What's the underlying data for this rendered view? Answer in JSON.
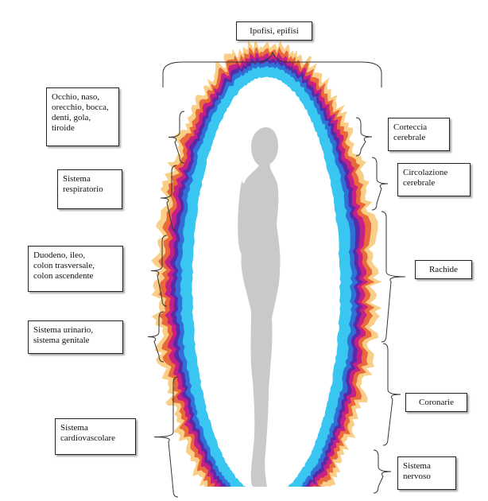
{
  "colors": {
    "aura_outer": "#f4a623",
    "aura_orange": "#e8572e",
    "aura_magenta": "#c2188f",
    "aura_purple": "#5b2aa8",
    "aura_blue": "#2f6fd6",
    "aura_cyan": "#39c6f0",
    "silhouette": "#c9c9c9",
    "bracket": "#333333"
  },
  "labels": {
    "top": "Ipofisi, epifisi",
    "left_1": "Occhio, naso,\norecchio, bocca,\ndenti, gola,\ntiroide",
    "left_2": "Sistema\nrespiratorio",
    "left_3": "Duodeno, ileo,\ncolon trasversale,\ncolon ascendente",
    "left_4": "Sistema urinario,\nsistema genitale",
    "left_5": "Sistema\ncardiovascolare",
    "right_1": "Corteccia\ncerebrale",
    "right_2": "Circolazione\ncerebrale",
    "right_3": "Rachide",
    "right_4": "Coronarie",
    "right_5": "Sistema\nnervoso"
  }
}
